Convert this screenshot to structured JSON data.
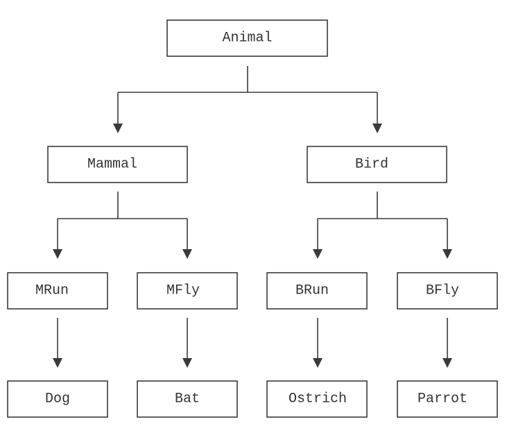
{
  "diagram": {
    "nodes": {
      "animal": "Animal",
      "mammal": "Mammal",
      "bird": "Bird",
      "mrun": "MRun",
      "mfly": "MFly",
      "brun": "BRun",
      "bfly": "BFly",
      "dog": "Dog",
      "bat": "Bat",
      "ostrich": "Ostrich",
      "parrot": "Parrot"
    },
    "edges": [
      [
        "animal",
        "mammal"
      ],
      [
        "animal",
        "bird"
      ],
      [
        "mammal",
        "mrun"
      ],
      [
        "mammal",
        "mfly"
      ],
      [
        "bird",
        "brun"
      ],
      [
        "bird",
        "bfly"
      ],
      [
        "mrun",
        "dog"
      ],
      [
        "mfly",
        "bat"
      ],
      [
        "brun",
        "ostrich"
      ],
      [
        "bfly",
        "parrot"
      ]
    ]
  },
  "colors": {
    "stroke": "#3a3a3a",
    "text": "#333333",
    "background": "#ffffff"
  }
}
